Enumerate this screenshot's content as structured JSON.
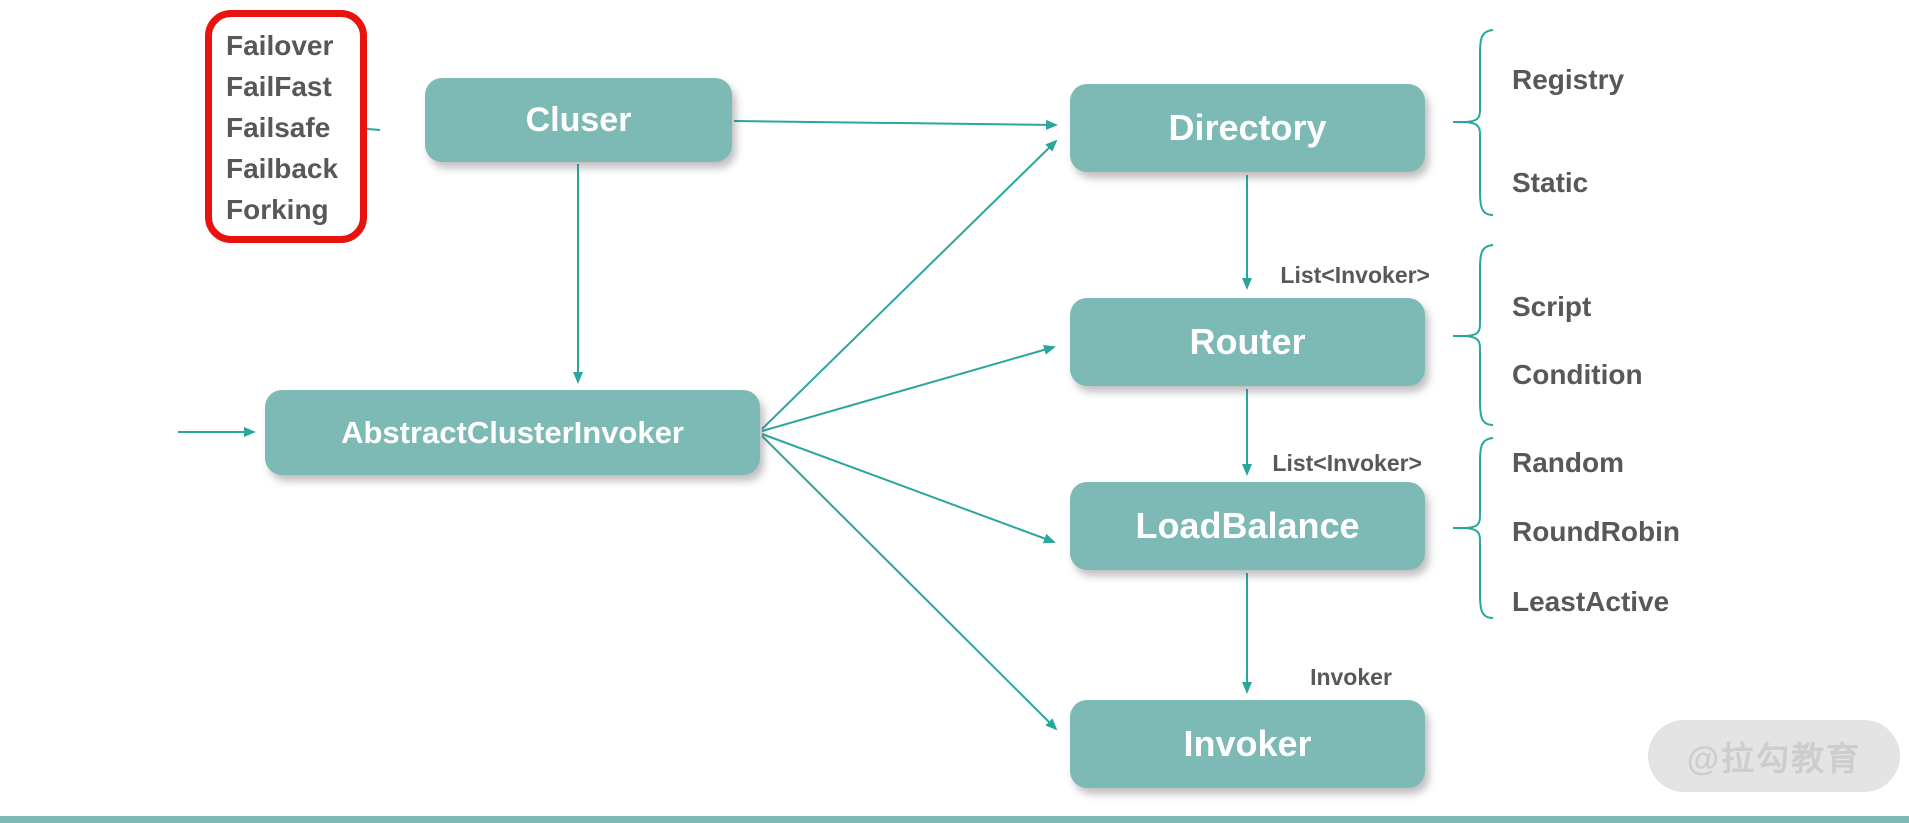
{
  "nodes": {
    "cluster": {
      "label": "Cluser"
    },
    "abstract_cluster_invoker": {
      "label": "AbstractClusterInvoker"
    },
    "directory": {
      "label": "Directory"
    },
    "router": {
      "label": "Router"
    },
    "load_balance": {
      "label": "LoadBalance"
    },
    "invoker": {
      "label": "Invoker"
    }
  },
  "cluster_strategies": [
    "Failover",
    "FailFast",
    "Failsafe",
    "Failback",
    "Forking"
  ],
  "directory_types": [
    "Registry",
    "Static"
  ],
  "router_types": [
    "Script",
    "Condition"
  ],
  "load_balance_types": [
    "Random",
    "RoundRobin",
    "LeastActive"
  ],
  "edge_labels": {
    "directory_to_router": "List<Invoker>",
    "router_to_load_balance": "List<Invoker>",
    "load_balance_to_invoker": "Invoker"
  },
  "watermark": "@拉勾教育",
  "colors": {
    "node_fill": "#7dbab6",
    "connector": "#2aa69d",
    "highlight_red": "#e8130d",
    "label_gray": "#58585a"
  }
}
